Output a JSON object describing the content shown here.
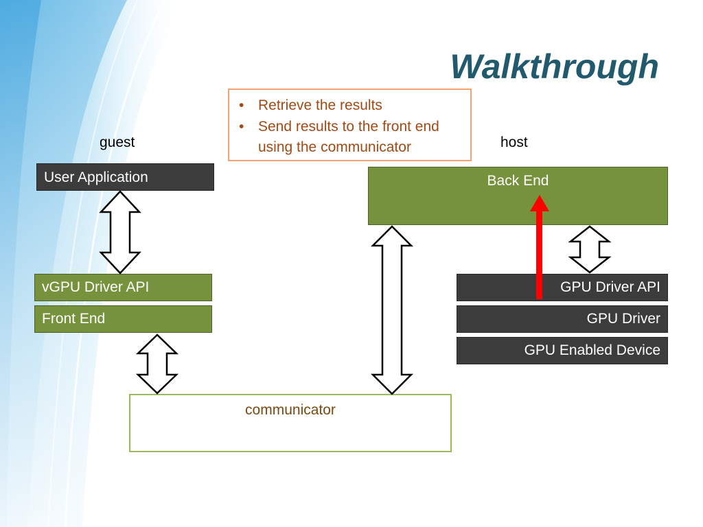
{
  "slide": {
    "title": "Walkthrough",
    "guest_label": "guest",
    "host_label": "host"
  },
  "callout": {
    "items": [
      "Retrieve the results",
      "Send results to the front end using the communicator"
    ]
  },
  "guest": {
    "user_application": "User Application",
    "vgpu_driver_api": "vGPU Driver API",
    "front_end": "Front End"
  },
  "host": {
    "back_end": "Back End",
    "gpu_driver_api": "GPU Driver API",
    "gpu_driver": "GPU Driver",
    "gpu_enabled_device": "GPU Enabled Device"
  },
  "communicator": {
    "label": "communicator"
  },
  "colors": {
    "title": "#215a6c",
    "dark_box": "#3c3c3c",
    "green_box": "#77923c",
    "communicator_border": "#9bbb59",
    "callout_border": "#f4a070",
    "callout_text": "#a34a14",
    "highlight_arrow": "#ff0000"
  }
}
